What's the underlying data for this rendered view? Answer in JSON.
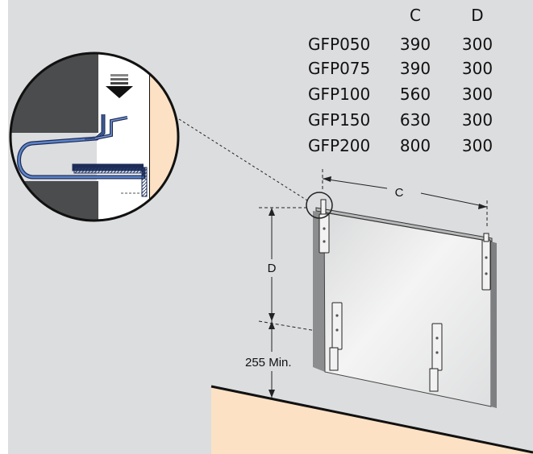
{
  "table": {
    "headers": [
      "C",
      "D"
    ],
    "rows": [
      {
        "model": "GFP050",
        "c": "390",
        "d": "300"
      },
      {
        "model": "GFP075",
        "c": "390",
        "d": "300"
      },
      {
        "model": "GFP100",
        "c": "560",
        "d": "300"
      },
      {
        "model": "GFP150",
        "c": "630",
        "d": "300"
      },
      {
        "model": "GFP200",
        "c": "800",
        "d": "300"
      }
    ]
  },
  "dimensions": {
    "c_label": "C",
    "d_label": "D",
    "min_label": "255 Min."
  },
  "colors": {
    "background": "#dcdddf",
    "floor": "#fde1c4",
    "panel": "#e9eaea",
    "dark_wall": "#4a4b4c",
    "bracket_blue": "#3a5a99"
  },
  "icons": {
    "arrow": "down-arrow-icon"
  }
}
